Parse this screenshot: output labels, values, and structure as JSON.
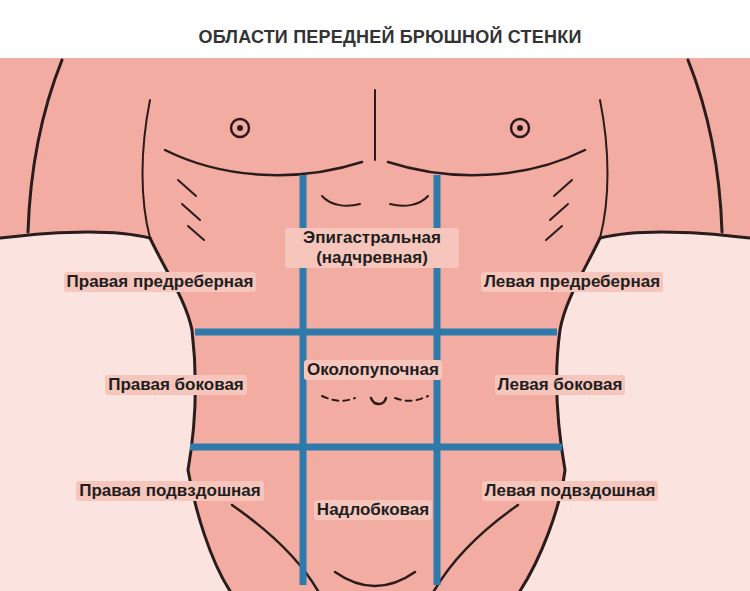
{
  "diagram": {
    "title": "ОБЛАСТИ ПЕРЕДНЕЙ БРЮШНОЙ СТЕНКИ",
    "labels": [
      "Эпигастральная (надчревная)",
      "Правая предреберная",
      "Левая предреберная",
      "Околопупочная",
      "Правая боковая",
      "Левая боковая",
      "Правая подвздошная",
      "Надлобковая",
      "Левая подвздошная"
    ]
  }
}
